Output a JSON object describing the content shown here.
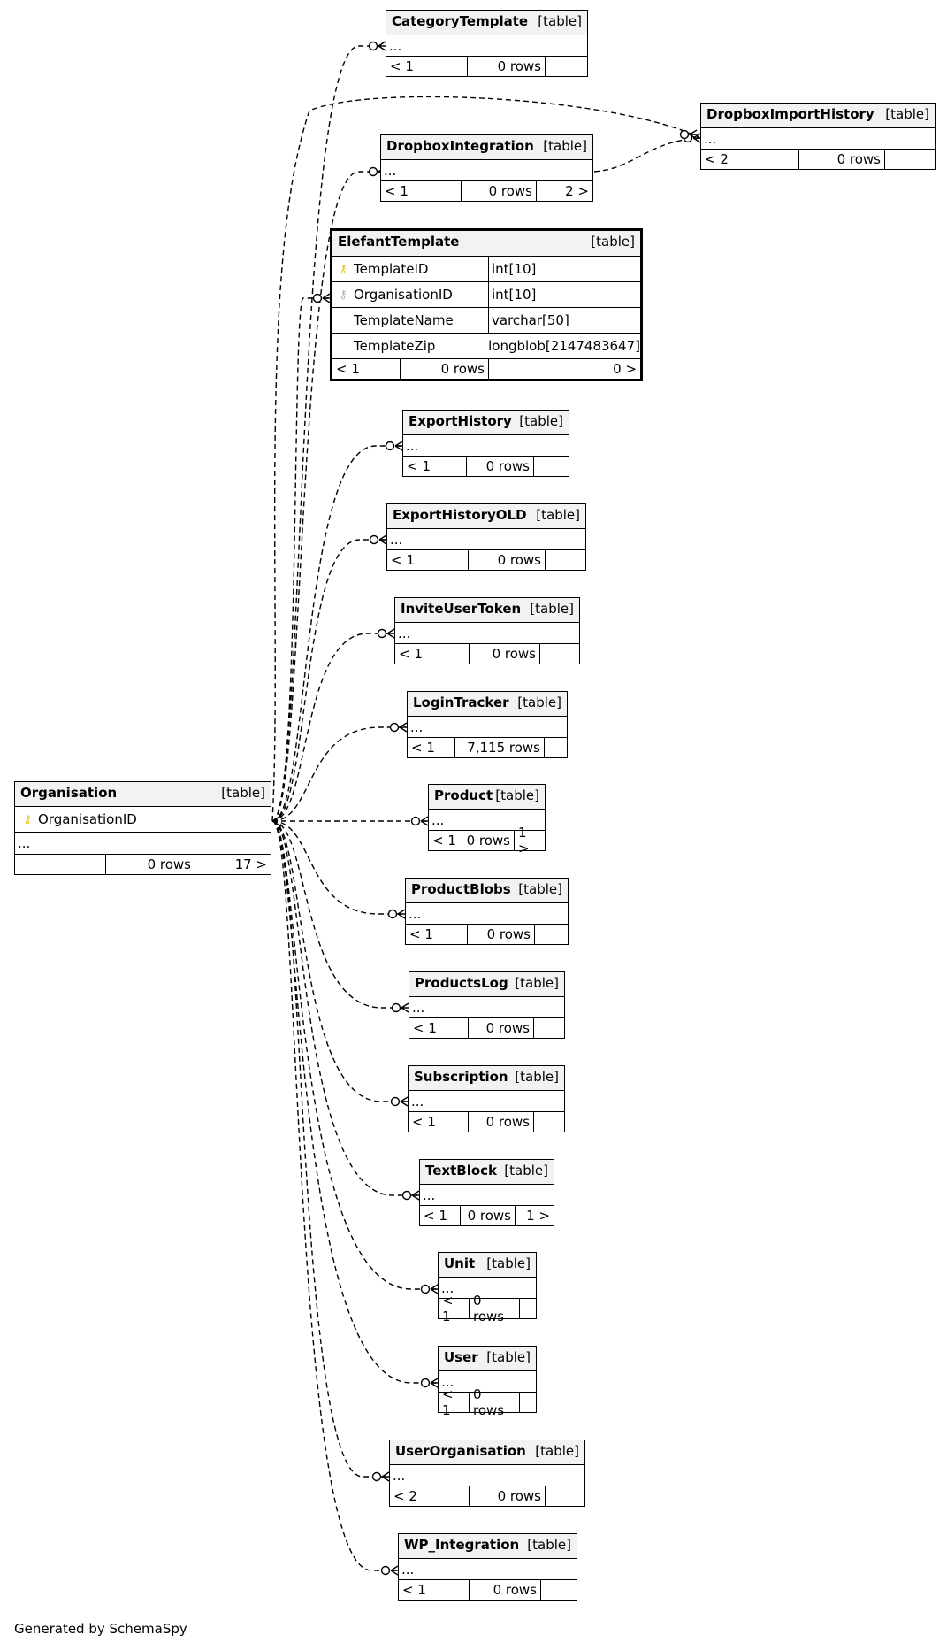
{
  "footer": "Generated by SchemaSpy",
  "table_label": "[table]",
  "tables": [
    {
      "name": "CategoryTemplate",
      "body": "...",
      "foot": [
        "< 1",
        "0 rows",
        ""
      ]
    },
    {
      "name": "DropboxImportHistory",
      "body": "...",
      "foot": [
        "< 2",
        "0 rows",
        ""
      ]
    },
    {
      "name": "DropboxIntegration",
      "body": "...",
      "foot": [
        "< 1",
        "0 rows",
        "2 >"
      ]
    },
    {
      "name": "ExportHistory",
      "body": "...",
      "foot": [
        "< 1",
        "0 rows",
        ""
      ]
    },
    {
      "name": "ExportHistoryOLD",
      "body": "...",
      "foot": [
        "< 1",
        "0 rows",
        ""
      ]
    },
    {
      "name": "InviteUserToken",
      "body": "...",
      "foot": [
        "< 1",
        "0 rows",
        ""
      ]
    },
    {
      "name": "LoginTracker",
      "body": "...",
      "foot": [
        "< 1",
        "7,115 rows",
        ""
      ]
    },
    {
      "name": "Product",
      "body": "...",
      "foot": [
        "< 1",
        "0 rows",
        "1 >"
      ]
    },
    {
      "name": "ProductBlobs",
      "body": "...",
      "foot": [
        "< 1",
        "0 rows",
        ""
      ]
    },
    {
      "name": "ProductsLog",
      "body": "...",
      "foot": [
        "< 1",
        "0 rows",
        ""
      ]
    },
    {
      "name": "Subscription",
      "body": "...",
      "foot": [
        "< 1",
        "0 rows",
        ""
      ]
    },
    {
      "name": "TextBlock",
      "body": "...",
      "foot": [
        "< 1",
        "0 rows",
        "1 >"
      ]
    },
    {
      "name": "Unit",
      "body": "...",
      "foot": [
        "< 1",
        "0 rows",
        ""
      ]
    },
    {
      "name": "User",
      "body": "...",
      "foot": [
        "< 1",
        "0 rows",
        ""
      ]
    },
    {
      "name": "UserOrganisation",
      "body": "...",
      "foot": [
        "< 2",
        "0 rows",
        ""
      ]
    },
    {
      "name": "WP_Integration",
      "body": "...",
      "foot": [
        "< 1",
        "0 rows",
        ""
      ]
    }
  ],
  "focus_table": {
    "name": "ElefantTemplate",
    "columns": [
      {
        "name": "TemplateID",
        "type": "int[10]",
        "key": "primary"
      },
      {
        "name": "OrganisationID",
        "type": "int[10]",
        "key": "foreign"
      },
      {
        "name": "TemplateName",
        "type": "varchar[50]",
        "key": ""
      },
      {
        "name": "TemplateZip",
        "type": "longblob[2147483647]",
        "key": ""
      }
    ],
    "foot": [
      "< 1",
      "0 rows",
      "0 >"
    ]
  },
  "parent_table": {
    "name": "Organisation",
    "columns": [
      {
        "name": "OrganisationID",
        "key": "primary"
      }
    ],
    "body": "...",
    "foot": [
      "",
      "0 rows",
      "17 >"
    ]
  },
  "key_icon": "key-icon"
}
